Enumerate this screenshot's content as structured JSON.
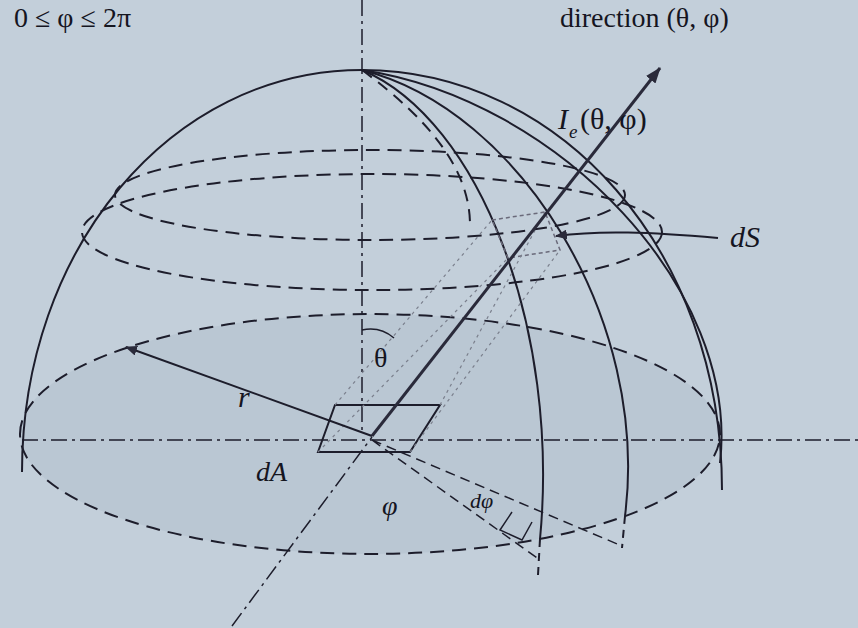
{
  "diagram": {
    "labels": [
      "0 ≤ φ ≤ 2π",
      "direction (θ, φ)",
      "I",
      "e",
      "(θ, φ)",
      "dS",
      "θ",
      "r",
      "dA",
      "φ",
      "dφ"
    ]
  }
}
